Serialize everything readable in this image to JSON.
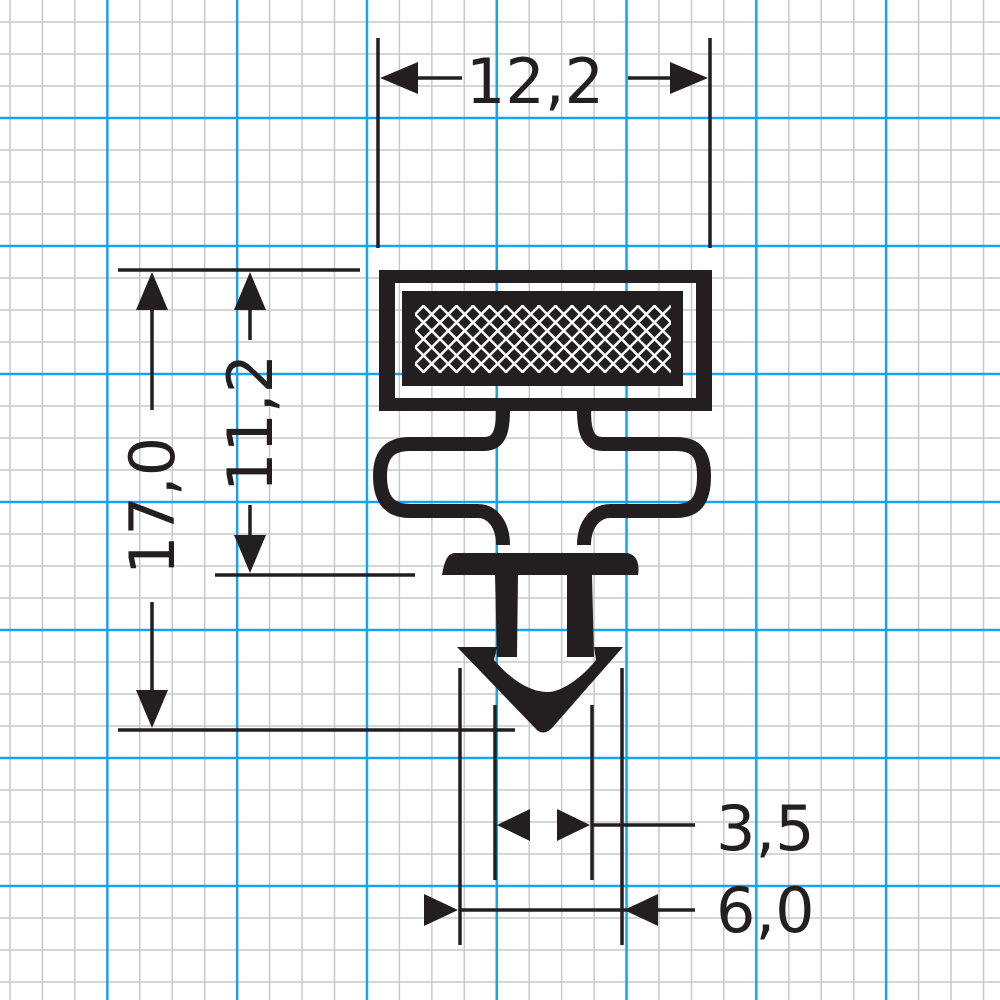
{
  "colors": {
    "ink": "#231f20",
    "major_grid": "#1aa3e8",
    "minor_grid": "#c8c8c8"
  },
  "dimensions": {
    "width_top": "12,2",
    "height_total": "17,0",
    "height_upper": "11,2",
    "inner_width": "3,5",
    "outer_width": "6,0"
  }
}
